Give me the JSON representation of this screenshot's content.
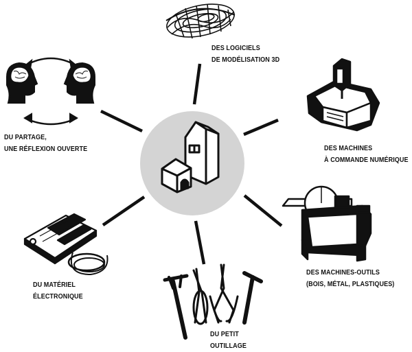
{
  "center": {
    "icon": "fablab-building-icon",
    "circle_color": "#d4d4d4"
  },
  "nodes": [
    {
      "id": "logiciels",
      "icon": "3d-wireframe-torus-icon",
      "lines": [
        "DES LOGICIELS",
        "DE MODÉLISATION 3D"
      ]
    },
    {
      "id": "machines-cn",
      "icon": "cnc-milling-machine-icon",
      "lines": [
        "DES MACHINES",
        "À COMMANDE NUMÉRIQUE"
      ]
    },
    {
      "id": "machines-outils",
      "icon": "table-saw-icon",
      "lines": [
        "DES MACHINES-OUTILS",
        "(BOIS, MÉTAL, PLASTIQUES)"
      ]
    },
    {
      "id": "petit-outillage",
      "icon": "hand-tools-icon",
      "lines": [
        "DU PETIT",
        "OUTILLAGE"
      ]
    },
    {
      "id": "materiel-electronique",
      "icon": "circuit-board-icon",
      "lines": [
        "DU MATÉRIEL",
        "ÉLECTRONIQUE"
      ]
    },
    {
      "id": "partage",
      "icon": "two-heads-sharing-icon",
      "lines": [
        "DU PARTAGE,",
        "UNE RÉFLEXION OUVERTE"
      ]
    }
  ],
  "colors": {
    "ink": "#111111",
    "circle": "#d4d4d4"
  }
}
